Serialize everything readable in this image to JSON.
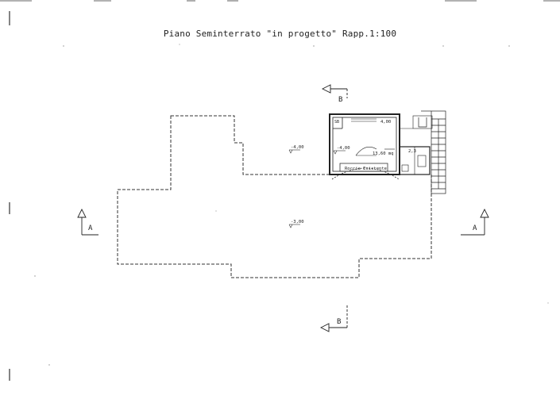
{
  "drawing": {
    "title": "Piano Seminterrato \"in progetto\" Rapp.1:100",
    "section_a_label": "A",
    "section_b_label": "B",
    "level_upper": "-4,00",
    "level_room": "-4,00",
    "level_main": "-3,00",
    "dim_top": "4,00",
    "area": "13,60 mq",
    "dim_small": "2,3",
    "rock_label": "Roccia Esistente",
    "mark_sb": "SB"
  },
  "colors": {
    "ink": "#222222",
    "background": "#ffffff"
  }
}
